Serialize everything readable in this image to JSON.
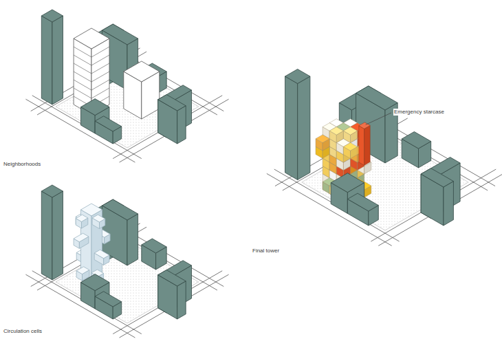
{
  "diagram": {
    "labels": [
      "Neighborhoods",
      "Circulation cells",
      "Final tower",
      "Emergency starcase"
    ]
  }
}
